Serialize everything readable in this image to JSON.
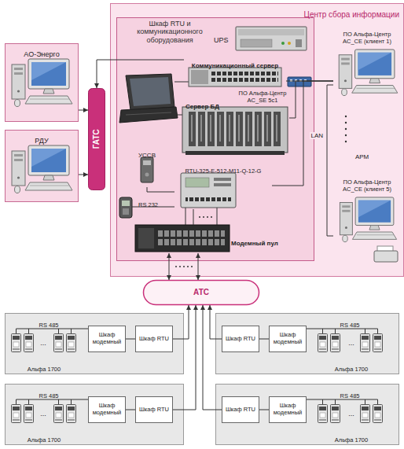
{
  "diagram": {
    "nodes": [
      {
        "text": [
          "Центр сбора информации"
        ]
      },
      {
        "text": [
          "Шкаф RTU и коммуникационного оборудования"
        ],
        "in": 0
      },
      {
        "text": [
          "UPS"
        ],
        "in": 1
      },
      {
        "text": [
          "Коммуникационный сервер"
        ],
        "in": 1
      },
      {
        "text": [
          "ПО Альфа-Центр AC_SE 5c1",
          "Сервер БД"
        ],
        "in": 1
      },
      {
        "text": [
          "УССВ"
        ],
        "in": 1
      },
      {
        "text": [
          "RTU-325-E-512-M11-Q-12-G"
        ],
        "in": 1
      },
      {
        "text": [
          "Модемный пул"
        ],
        "in": 1
      },
      {
        "text": [
          "ПО Альфа-Центр AC_CE (клиент 1)"
        ],
        "in": 0
      },
      {
        "text": [
          "ПО Альфа-Центр AC_CE (клиент 5)"
        ],
        "in": 0
      },
      {
        "text": [
          "АО-Энерго"
        ]
      },
      {
        "text": [
          "РДУ"
        ]
      },
      {
        "text": [
          "ГАТС"
        ]
      },
      {
        "text": [
          "АТС"
        ]
      },
      {
        "text": [
          "RS 485",
          "Альфа 1700"
        ]
      },
      {
        "text": [
          "Шкаф модемный"
        ],
        "in": 14
      },
      {
        "text": [
          "Шкаф RTU"
        ],
        "in": 14
      },
      {
        "text": [
          "RS 485",
          "Альфа 1700"
        ]
      },
      {
        "text": [
          "Шкаф RTU"
        ],
        "in": 17
      },
      {
        "text": [
          "Шкаф модемный"
        ],
        "in": 17
      },
      {
        "text": [
          "RS 485",
          "Альфа 1700"
        ]
      },
      {
        "text": [
          "Шкаф модемный"
        ],
        "in": 20
      },
      {
        "text": [
          "Шкаф RTU"
        ],
        "in": 20
      },
      {
        "text": [
          "RS 485",
          "Альфа 1700"
        ]
      },
      {
        "text": [
          "Шкаф RTU"
        ],
        "in": 23
      },
      {
        "text": [
          "Шкаф модемный"
        ],
        "in": 23
      }
    ],
    "edges": [
      {
        "from": 10,
        "to": 12,
        "arrow": "to"
      },
      {
        "from": 11,
        "to": 12,
        "arrow": "to"
      },
      {
        "from": 3,
        "to": 12,
        "arrow": "to"
      },
      {
        "from": 3,
        "to": 8,
        "arrow": "none"
      },
      {
        "from": 4,
        "to": 8,
        "arrow": "none"
      },
      {
        "from": 6,
        "to": 8,
        "arrow": "none"
      },
      {
        "from": 8,
        "to": 9,
        "label": "LAN",
        "arrow": "none"
      },
      {
        "from": 5,
        "to": 6,
        "arrow": "none"
      },
      {
        "from": 6,
        "to": 7,
        "arrow": "none"
      },
      {
        "from": 7,
        "to": 13,
        "arrow": "both"
      },
      {
        "from": 16,
        "to": 13,
        "arrow": "to"
      },
      {
        "from": 18,
        "to": 13,
        "arrow": "to"
      },
      {
        "from": 22,
        "to": 13,
        "arrow": "to"
      },
      {
        "from": 24,
        "to": 13,
        "arrow": "to"
      },
      {
        "from": 15,
        "to": 16,
        "arrow": "none"
      },
      {
        "from": 18,
        "to": 19,
        "arrow": "none"
      },
      {
        "from": 21,
        "to": 22,
        "arrow": "none"
      },
      {
        "from": 24,
        "to": 25,
        "arrow": "none"
      }
    ],
    "labels": [
      "RS 232",
      "АРМ",
      "...",
      "...",
      "...",
      "..."
    ]
  }
}
